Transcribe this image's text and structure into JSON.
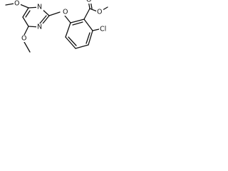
{
  "labels": {
    "o_ether_top": "O",
    "o_ester_carbonyl": "O",
    "o_ester_single": "O",
    "n_ring_right": "N",
    "n_ring_left": "N",
    "o_methoxy_upper": "O",
    "o_methoxy_lower": "O",
    "cl": "Cl"
  }
}
